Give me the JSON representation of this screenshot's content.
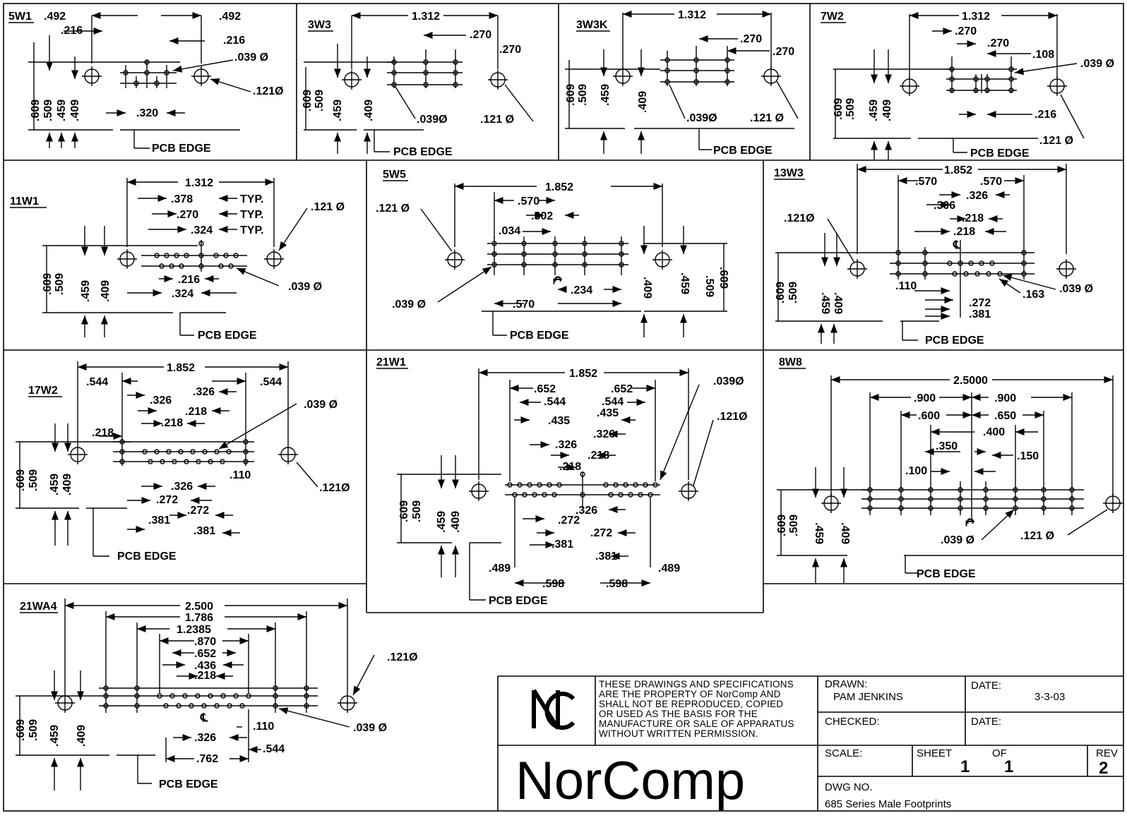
{
  "panels": {
    "5W1": {
      "title": "5W1",
      "dims": [
        ".492",
        ".492",
        ".216",
        ".216",
        ".039 Ø",
        ".121Ø",
        ".320",
        ".609",
        ".509",
        ".459",
        ".409"
      ],
      "pcb_edge": "PCB EDGE"
    },
    "3W3": {
      "title": "3W3",
      "dims": [
        "1.312",
        ".270",
        ".270",
        ".039Ø",
        ".121 Ø",
        ".609",
        ".509",
        ".459",
        ".409"
      ],
      "pcb_edge": "PCB EDGE"
    },
    "3W3K": {
      "title": "3W3K",
      "dims": [
        "1.312",
        ".270",
        ".270",
        ".039Ø",
        ".121 Ø",
        ".609",
        ".509",
        ".459",
        ".409"
      ],
      "pcb_edge": "PCB EDGE"
    },
    "7W2": {
      "title": "7W2",
      "dims": [
        "1.312",
        ".270",
        ".270",
        ".108",
        ".039 Ø",
        ".216",
        ".121 Ø",
        ".609",
        ".509",
        ".459",
        ".409"
      ],
      "pcb_edge": "PCB EDGE"
    },
    "11W1": {
      "title": "11W1",
      "dims": [
        "1.312",
        ".378",
        "TYP.",
        ".270",
        "TYP.",
        ".324",
        "TYP.",
        ".121 Ø",
        ".039 Ø",
        ".216",
        ".324",
        ".609",
        ".509",
        ".459",
        ".409"
      ],
      "pcb_edge": "PCB EDGE"
    },
    "5W5": {
      "title": "5W5",
      "dims": [
        "1.852",
        ".570",
        ".302",
        ".034",
        ".121 Ø",
        ".039 Ø",
        ".234",
        ".570",
        ".409",
        ".459",
        ".509",
        ".609"
      ],
      "pcb_edge": "PCB EDGE"
    },
    "13W3": {
      "title": "13W3",
      "dims": [
        "1.852",
        ".570",
        ".570",
        ".326",
        ".306",
        ".218",
        ".218",
        ".121Ø",
        ".110",
        ".163",
        ".039 Ø",
        ".272",
        ".381",
        ".609",
        ".509",
        ".459",
        ".409"
      ],
      "pcb_edge": "PCB EDGE"
    },
    "17W2": {
      "title": "17W2",
      "dims": [
        "1.852",
        ".544",
        ".544",
        ".326",
        ".326",
        ".218",
        ".218",
        ".218",
        ".039 Ø",
        ".110",
        ".326",
        ".121Ø",
        ".272",
        ".272",
        ".381",
        ".381",
        ".609",
        ".509",
        ".459",
        ".409"
      ],
      "pcb_edge": "PCB EDGE"
    },
    "21W1": {
      "title": "21W1",
      "dims": [
        "1.852",
        ".652",
        ".652",
        ".544",
        ".544",
        ".435",
        ".435",
        ".326",
        ".326",
        ".218",
        ".218",
        ".039Ø",
        ".121Ø",
        ".326",
        ".272",
        ".272",
        ".381",
        ".381",
        ".489",
        ".489",
        ".598",
        ".598",
        ".609",
        ".509",
        ".459",
        ".409"
      ],
      "pcb_edge": "PCB EDGE"
    },
    "8W8": {
      "title": "8W8",
      "dims": [
        "2.5000",
        ".900",
        ".900",
        ".600",
        ".650",
        ".400",
        ".350",
        ".150",
        ".100",
        ".039 Ø",
        ".121 Ø",
        ".609",
        ".509",
        ".459",
        ".409"
      ],
      "pcb_edge": "PCB EDGE"
    },
    "21WA4": {
      "title": "21WA4",
      "dims": [
        "2.500",
        "1.786",
        "1.2385",
        ".870",
        ".652",
        ".436",
        ".218",
        ".121Ø",
        ".039 Ø",
        ".110",
        ".326",
        ".544",
        ".762",
        ".609",
        ".509",
        ".459",
        ".409"
      ],
      "pcb_edge": "PCB EDGE"
    }
  },
  "title_block": {
    "logo_monogram": "NC",
    "notice": [
      "THESE DRAWINGS AND SPECIFICATIONS",
      "ARE THE PROPERTY OF NorComp AND",
      "SHALL NOT BE REPRODUCED, COPIED",
      "OR USED AS THE BASIS FOR THE",
      "MANUFACTURE OR SALE OF APPARATUS",
      "WITHOUT WRITTEN PERMISSION."
    ],
    "company": "NorComp",
    "drawn_label": "DRAWN:",
    "drawn_by": "PAM JENKINS",
    "date_label": "DATE:",
    "date_value": "3-3-03",
    "checked_label": "CHECKED:",
    "date2_label": "DATE:",
    "scale_label": "SCALE:",
    "sheet_label": "SHEET",
    "sheet_value": "1",
    "of_label": "OF",
    "of_value": "1",
    "rev_label": "REV",
    "rev_value": "2",
    "dwg_label": "DWG NO.",
    "dwg_value": "685 Series Male Footprints"
  },
  "colors": {
    "ink": "#000000",
    "paper": "#ffffff"
  }
}
